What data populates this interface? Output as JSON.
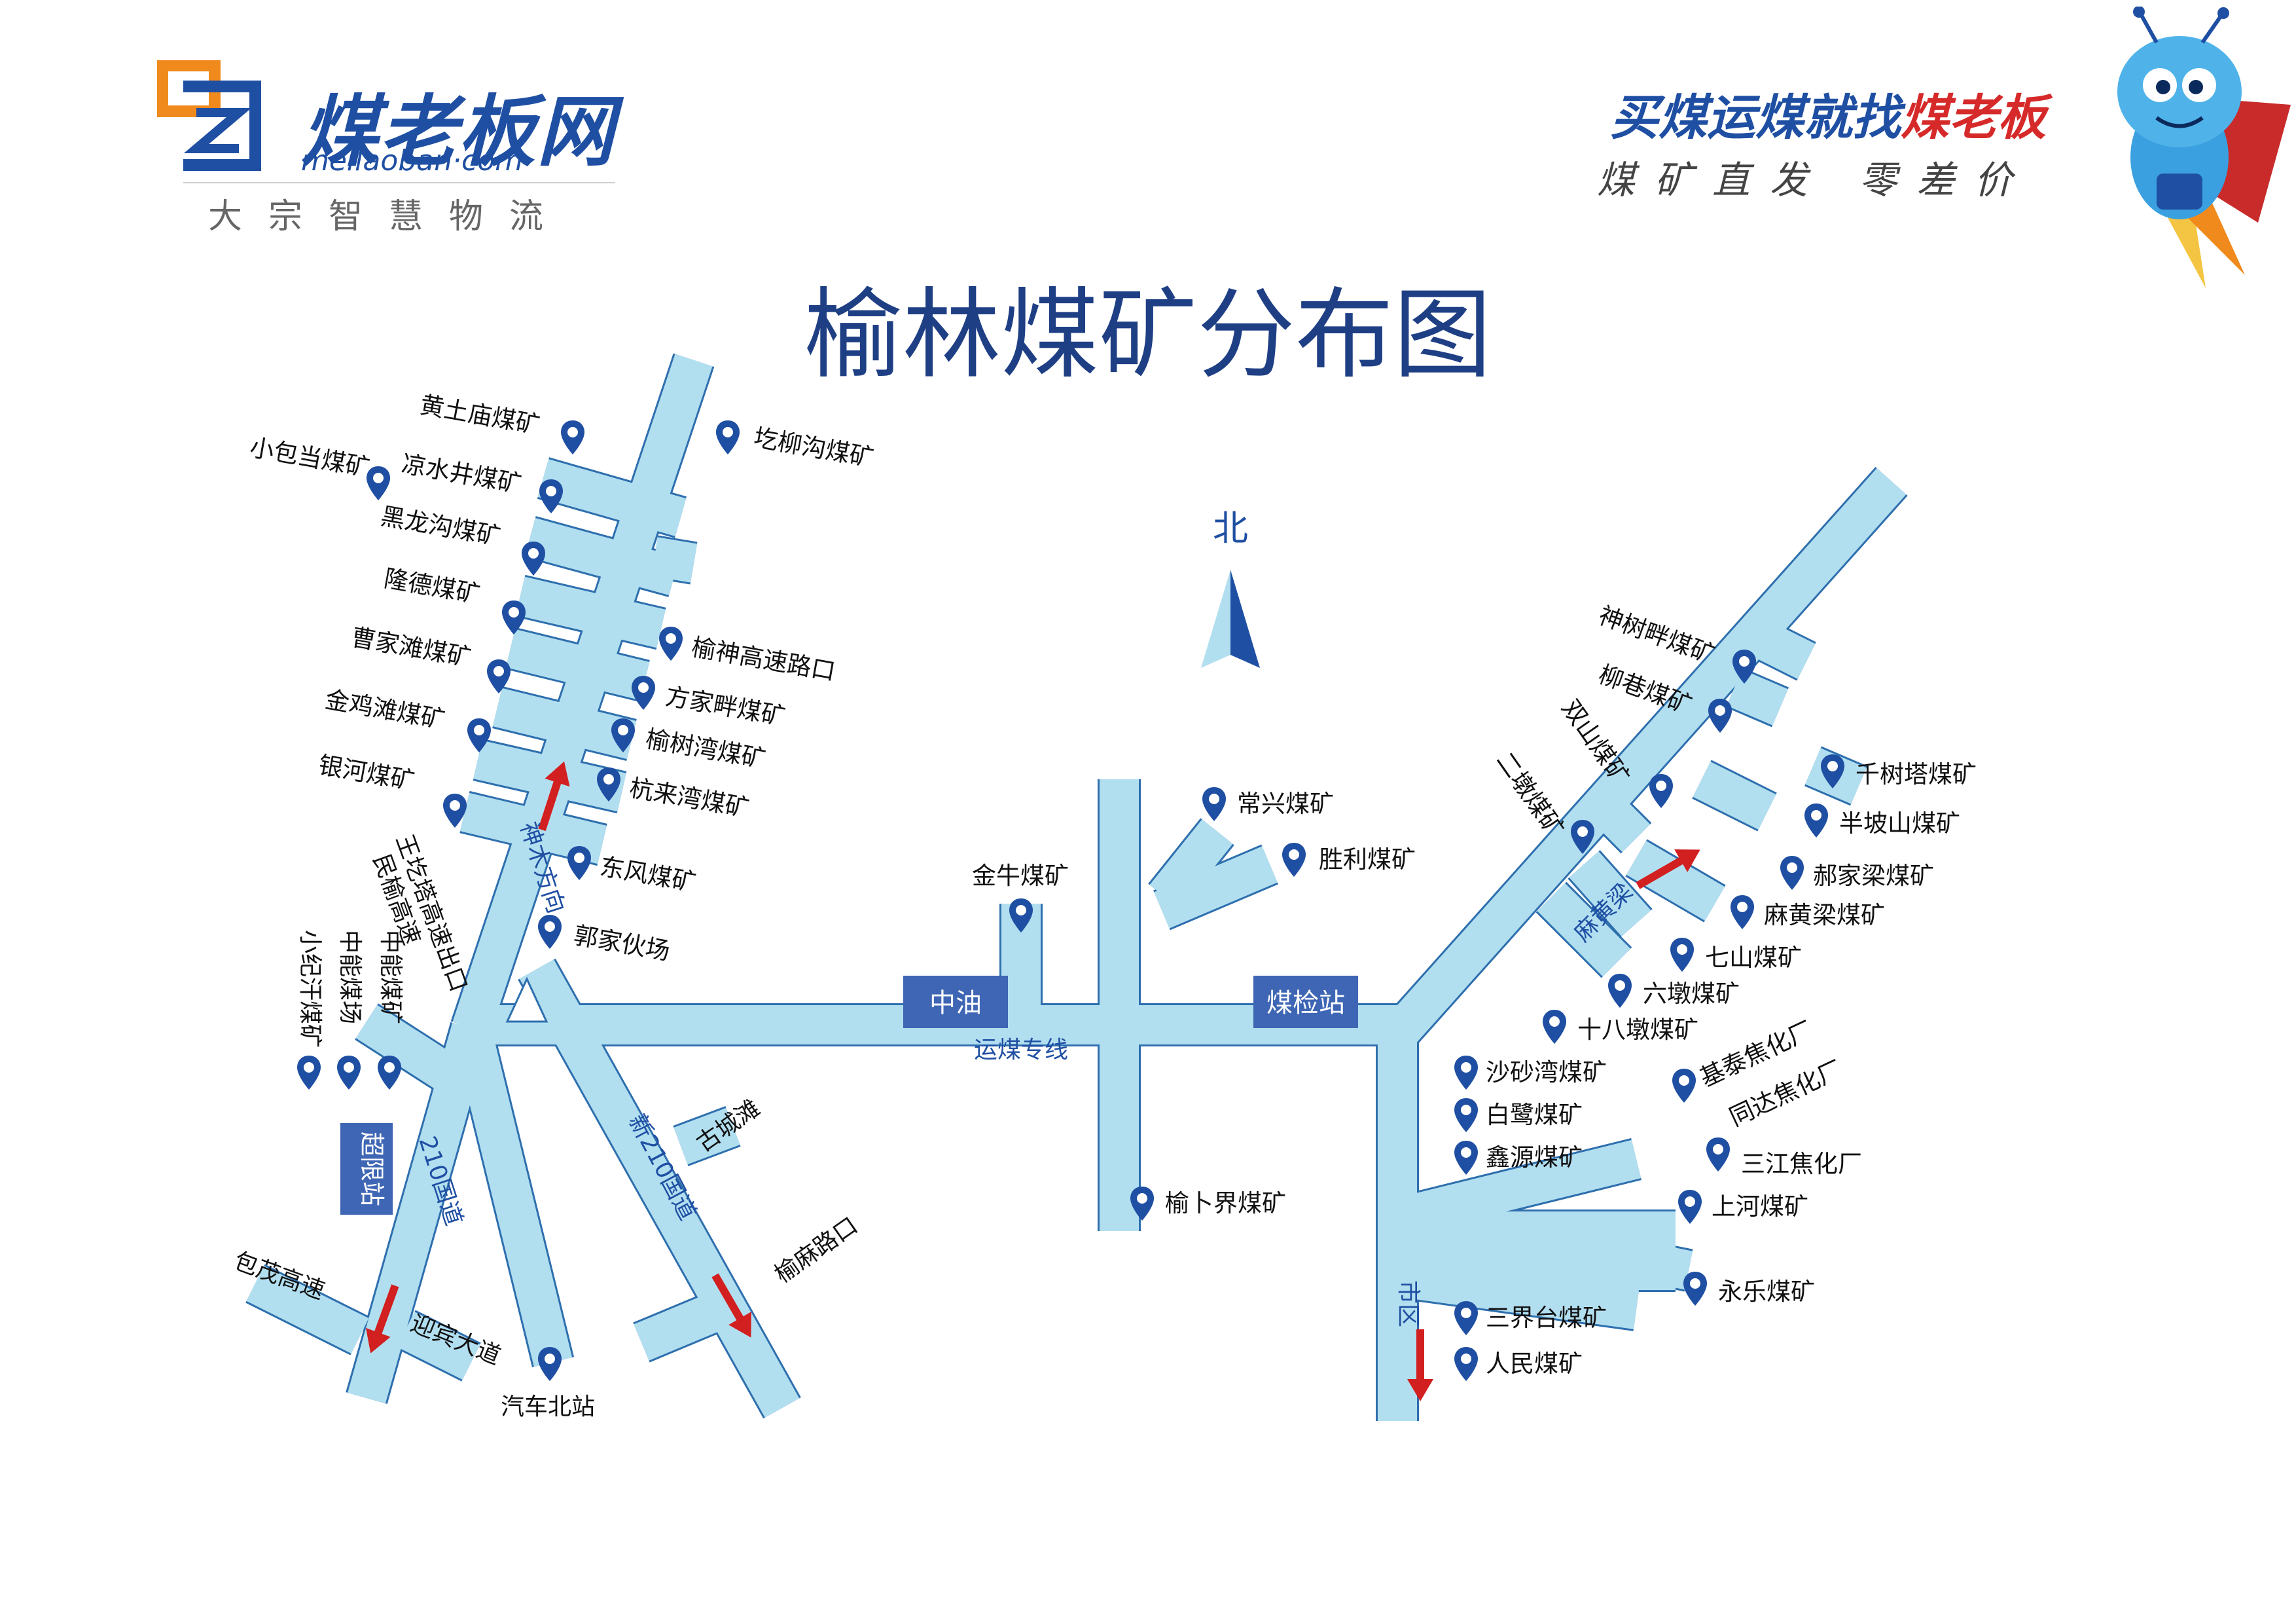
{
  "brand": {
    "name": "煤老板网",
    "domain": "meilaoban·com",
    "tagline": "大宗智慧物流"
  },
  "slogan": {
    "main_prefix": "买煤运煤就找",
    "main_brand": "煤老板",
    "sub": "煤矿直发 零差价"
  },
  "title": "榆林煤矿分布图",
  "compass": {
    "label": "北"
  },
  "colors": {
    "road_fill": "#b2dff0",
    "road_stroke": "#2e6fae",
    "accent_blue": "#1f4fa3",
    "arrow_red": "#d21f1f",
    "station_box": "#3e66b4"
  },
  "icons": [
    "location-pin-icon",
    "compass-arrow-icon",
    "direction-arrow-icon",
    "brand-logo-icon",
    "mascot-icon"
  ],
  "stations": {
    "zhongyou": "中油",
    "meijianzhan": "煤检站",
    "chaoxianzhan": "超限站"
  },
  "road_labels": {
    "yunmei": "运煤专线",
    "shenmu": "神木方向",
    "xin210": "新210国道",
    "g210": "210国道",
    "mahuangliang": "麻黄梁",
    "shiqu": "市区",
    "wangjiaqiao_exit": "王圪塔高速出口",
    "yuyan_expressway": "民榆高速",
    "baomao_expressway": "包茂高速",
    "yingbin": "迎宾大道",
    "guchengtan": "古城滩",
    "yuma_crossing": "榆麻路口",
    "bus_north": "汽车北站"
  },
  "mines": {
    "huangtumiao": "黄土庙煤矿",
    "geliugou": "圪柳沟煤矿",
    "xiaobaodang": "小包当煤矿",
    "liangshuijing": "凉水井煤矿",
    "heilonggou": "黑龙沟煤矿",
    "longde": "隆德煤矿",
    "yushen_crossing": "榆神高速路口",
    "caojiatan": "曹家滩煤矿",
    "fangjiapan": "方家畔煤矿",
    "jinjitan": "金鸡滩煤矿",
    "yushuwan": "榆树湾煤矿",
    "yinhe": "银河煤矿",
    "hanglaiwan": "杭来湾煤矿",
    "dongfeng": "东风煤矿",
    "guojiahuochang": "郭家伙场",
    "xiaojigan": "小纪汗煤矿",
    "zhongnengmeichang": "中能煤场",
    "zhongneng": "中能煤矿",
    "jinniu": "金牛煤矿",
    "changxing": "常兴煤矿",
    "shengli": "胜利煤矿",
    "yubujie": "榆卜界煤矿",
    "shenshupan": "神树畔煤矿",
    "liuxiang": "柳巷煤矿",
    "shuangshan": "双山煤矿",
    "erdun": "二墩煤矿",
    "qianshuta": "千树塔煤矿",
    "banposhan": "半坡山煤矿",
    "haojialiang": "郝家梁煤矿",
    "mahuangliang": "麻黄梁煤矿",
    "qishan": "七山煤矿",
    "liudun": "六墩煤矿",
    "shibadun": "十八墩煤矿",
    "shashawan": "沙砂湾煤矿",
    "bailu": "白鹭煤矿",
    "xinyuan": "鑫源煤矿",
    "jitai": "基泰焦化厂",
    "tongda": "同达焦化厂",
    "sanjiang": "三江焦化厂",
    "shanghe": "上河煤矿",
    "yongle": "永乐煤矿",
    "sanjietai": "三界台煤矿",
    "renmin": "人民煤矿"
  }
}
